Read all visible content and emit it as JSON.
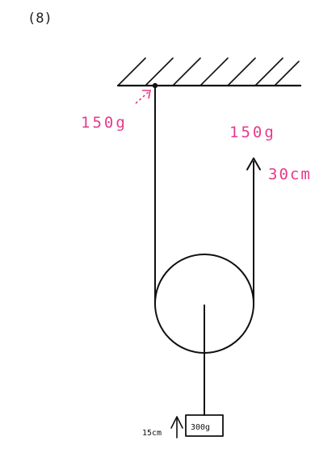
{
  "problem_number": "(8)",
  "labels": {
    "ceiling_force": "150g",
    "free_end_force": "150g",
    "free_end_distance": "30cm",
    "weight_distance": "15cm",
    "weight_mass": "300g"
  },
  "colors": {
    "ink": "#111111",
    "annotation": "#e8388a"
  },
  "icons": {
    "arrow": "arrow-up-icon"
  }
}
